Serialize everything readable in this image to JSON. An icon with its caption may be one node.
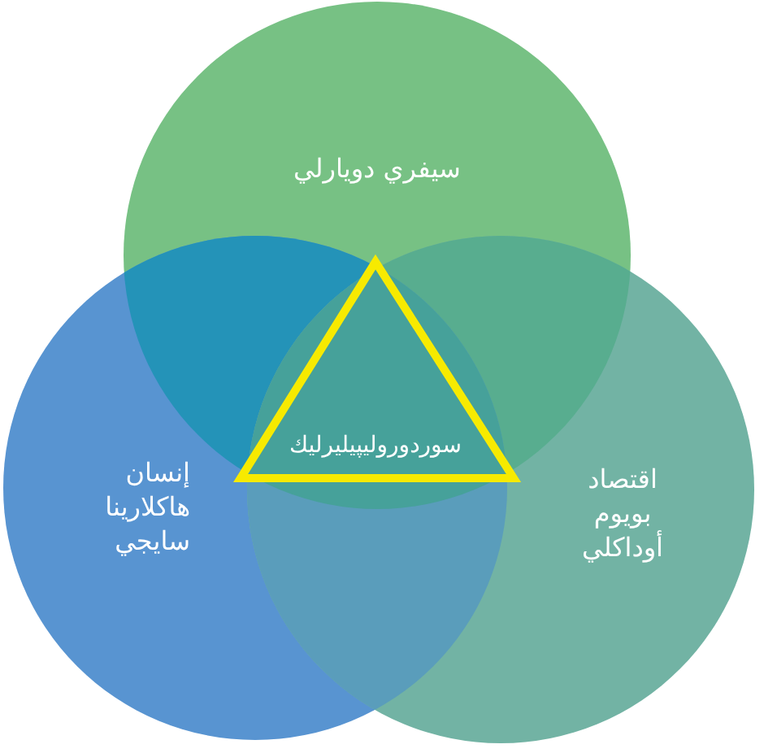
{
  "diagram": {
    "nodes": [
      {
        "text": [
          "سيفري دويارلي"
        ]
      },
      {
        "text": [
          "إنسان هاكلارينا سايجي"
        ]
      },
      {
        "text": [
          "اقتصاد بويوم أوداكلي"
        ]
      },
      {
        "text": [
          "سوردوروليپيليرليك"
        ]
      }
    ]
  }
}
